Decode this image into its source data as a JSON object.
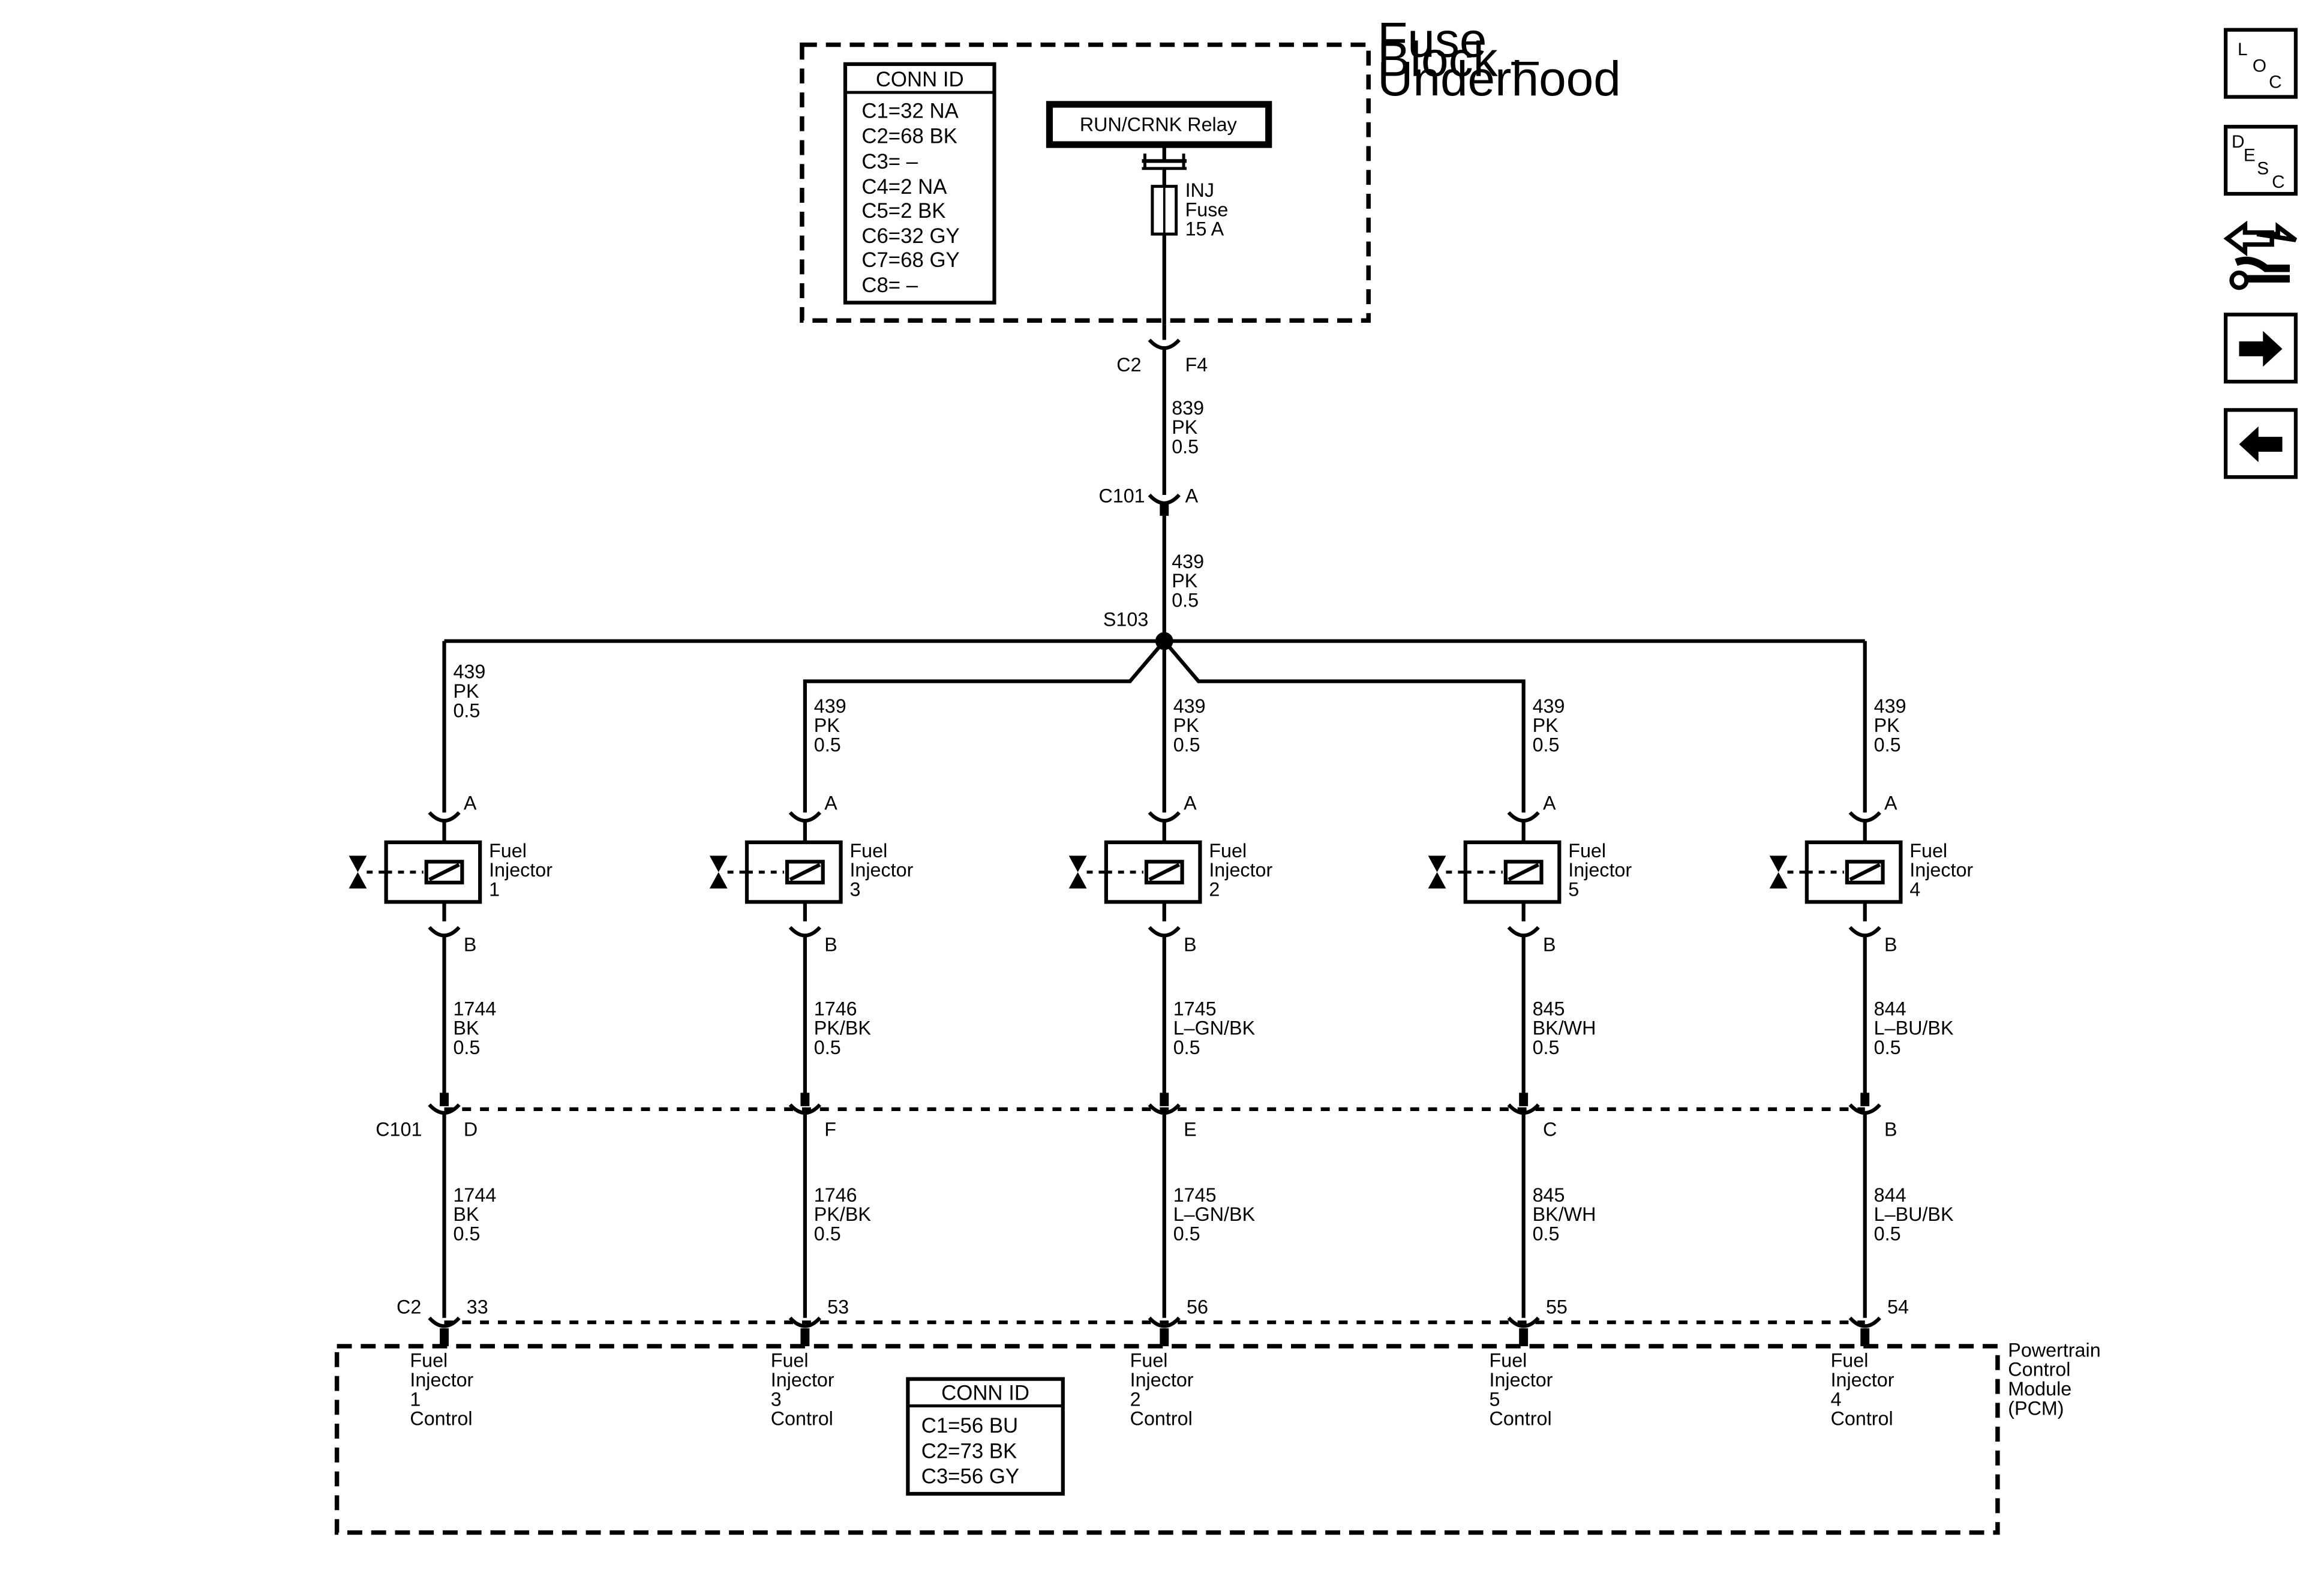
{
  "fuse_block": {
    "title_lines": [
      "Fuse",
      "Block –",
      "Underhood"
    ],
    "conn_id": {
      "title": "CONN ID",
      "lines": [
        "C1=32 NA",
        "C2=68 BK",
        "C3= –",
        "C4=2 NA",
        "C5=2 BK",
        "C6=32 GY",
        "C7=68 GY",
        "C8= –"
      ]
    },
    "relay_label": "RUN/CRNK Relay",
    "fuse_lines": [
      "INJ",
      "Fuse",
      "15 A"
    ]
  },
  "top_connectors": {
    "c2_label": "C2",
    "c2_pin": "F4",
    "wire_839": [
      "839",
      "PK",
      "0.5"
    ],
    "c101_label": "C101",
    "c101_pin": "A",
    "wire_439": [
      "439",
      "PK",
      "0.5"
    ],
    "splice_label": "S103"
  },
  "injectors": [
    {
      "name_lines": [
        "Fuel",
        "Injector",
        "1"
      ],
      "pin_a": "A",
      "pin_b": "B",
      "feed_wire": [
        "439",
        "PK",
        "0.5"
      ],
      "ctrl_wire": [
        "1744",
        "BK",
        "0.5"
      ],
      "c101_pin": "D",
      "pcm_wire": [
        "1744",
        "BK",
        "0.5"
      ],
      "pcm_pin": "33",
      "pcm_label_lines": [
        "Fuel",
        "Injector",
        "1",
        "Control"
      ]
    },
    {
      "name_lines": [
        "Fuel",
        "Injector",
        "3"
      ],
      "pin_a": "A",
      "pin_b": "B",
      "feed_wire": [
        "439",
        "PK",
        "0.5"
      ],
      "ctrl_wire": [
        "1746",
        "PK/BK",
        "0.5"
      ],
      "c101_pin": "F",
      "pcm_wire": [
        "1746",
        "PK/BK",
        "0.5"
      ],
      "pcm_pin": "53",
      "pcm_label_lines": [
        "Fuel",
        "Injector",
        "3",
        "Control"
      ]
    },
    {
      "name_lines": [
        "Fuel",
        "Injector",
        "2"
      ],
      "pin_a": "A",
      "pin_b": "B",
      "feed_wire": [
        "439",
        "PK",
        "0.5"
      ],
      "ctrl_wire": [
        "1745",
        "L–GN/BK",
        "0.5"
      ],
      "c101_pin": "E",
      "pcm_wire": [
        "1745",
        "L–GN/BK",
        "0.5"
      ],
      "pcm_pin": "56",
      "pcm_label_lines": [
        "Fuel",
        "Injector",
        "2",
        "Control"
      ]
    },
    {
      "name_lines": [
        "Fuel",
        "Injector",
        "5"
      ],
      "pin_a": "A",
      "pin_b": "B",
      "feed_wire": [
        "439",
        "PK",
        "0.5"
      ],
      "ctrl_wire": [
        "845",
        "BK/WH",
        "0.5"
      ],
      "c101_pin": "C",
      "pcm_wire": [
        "845",
        "BK/WH",
        "0.5"
      ],
      "pcm_pin": "55",
      "pcm_label_lines": [
        "Fuel",
        "Injector",
        "5",
        "Control"
      ]
    },
    {
      "name_lines": [
        "Fuel",
        "Injector",
        "4"
      ],
      "pin_a": "A",
      "pin_b": "B",
      "feed_wire": [
        "439",
        "PK",
        "0.5"
      ],
      "ctrl_wire": [
        "844",
        "L–BU/BK",
        "0.5"
      ],
      "c101_pin": "B",
      "pcm_wire": [
        "844",
        "L–BU/BK",
        "0.5"
      ],
      "pcm_pin": "54",
      "pcm_label_lines": [
        "Fuel",
        "Injector",
        "4",
        "Control"
      ]
    }
  ],
  "lower_connectors": {
    "c101_label": "C101",
    "c2_label": "C2"
  },
  "pcm": {
    "title_lines": [
      "Powertrain",
      "Control",
      "Module",
      "(PCM)"
    ],
    "conn_id": {
      "title": "CONN ID",
      "lines": [
        "C1=56 BU",
        "C2=73 BK",
        "C3=56 GY"
      ]
    }
  },
  "nav": {
    "loc_letters": [
      "L",
      "O",
      "C"
    ],
    "desc_letters": [
      "D",
      "E",
      "S",
      "C"
    ],
    "icons": [
      "wrench-arrows-icon",
      "arrow-right-icon",
      "arrow-left-icon"
    ]
  }
}
